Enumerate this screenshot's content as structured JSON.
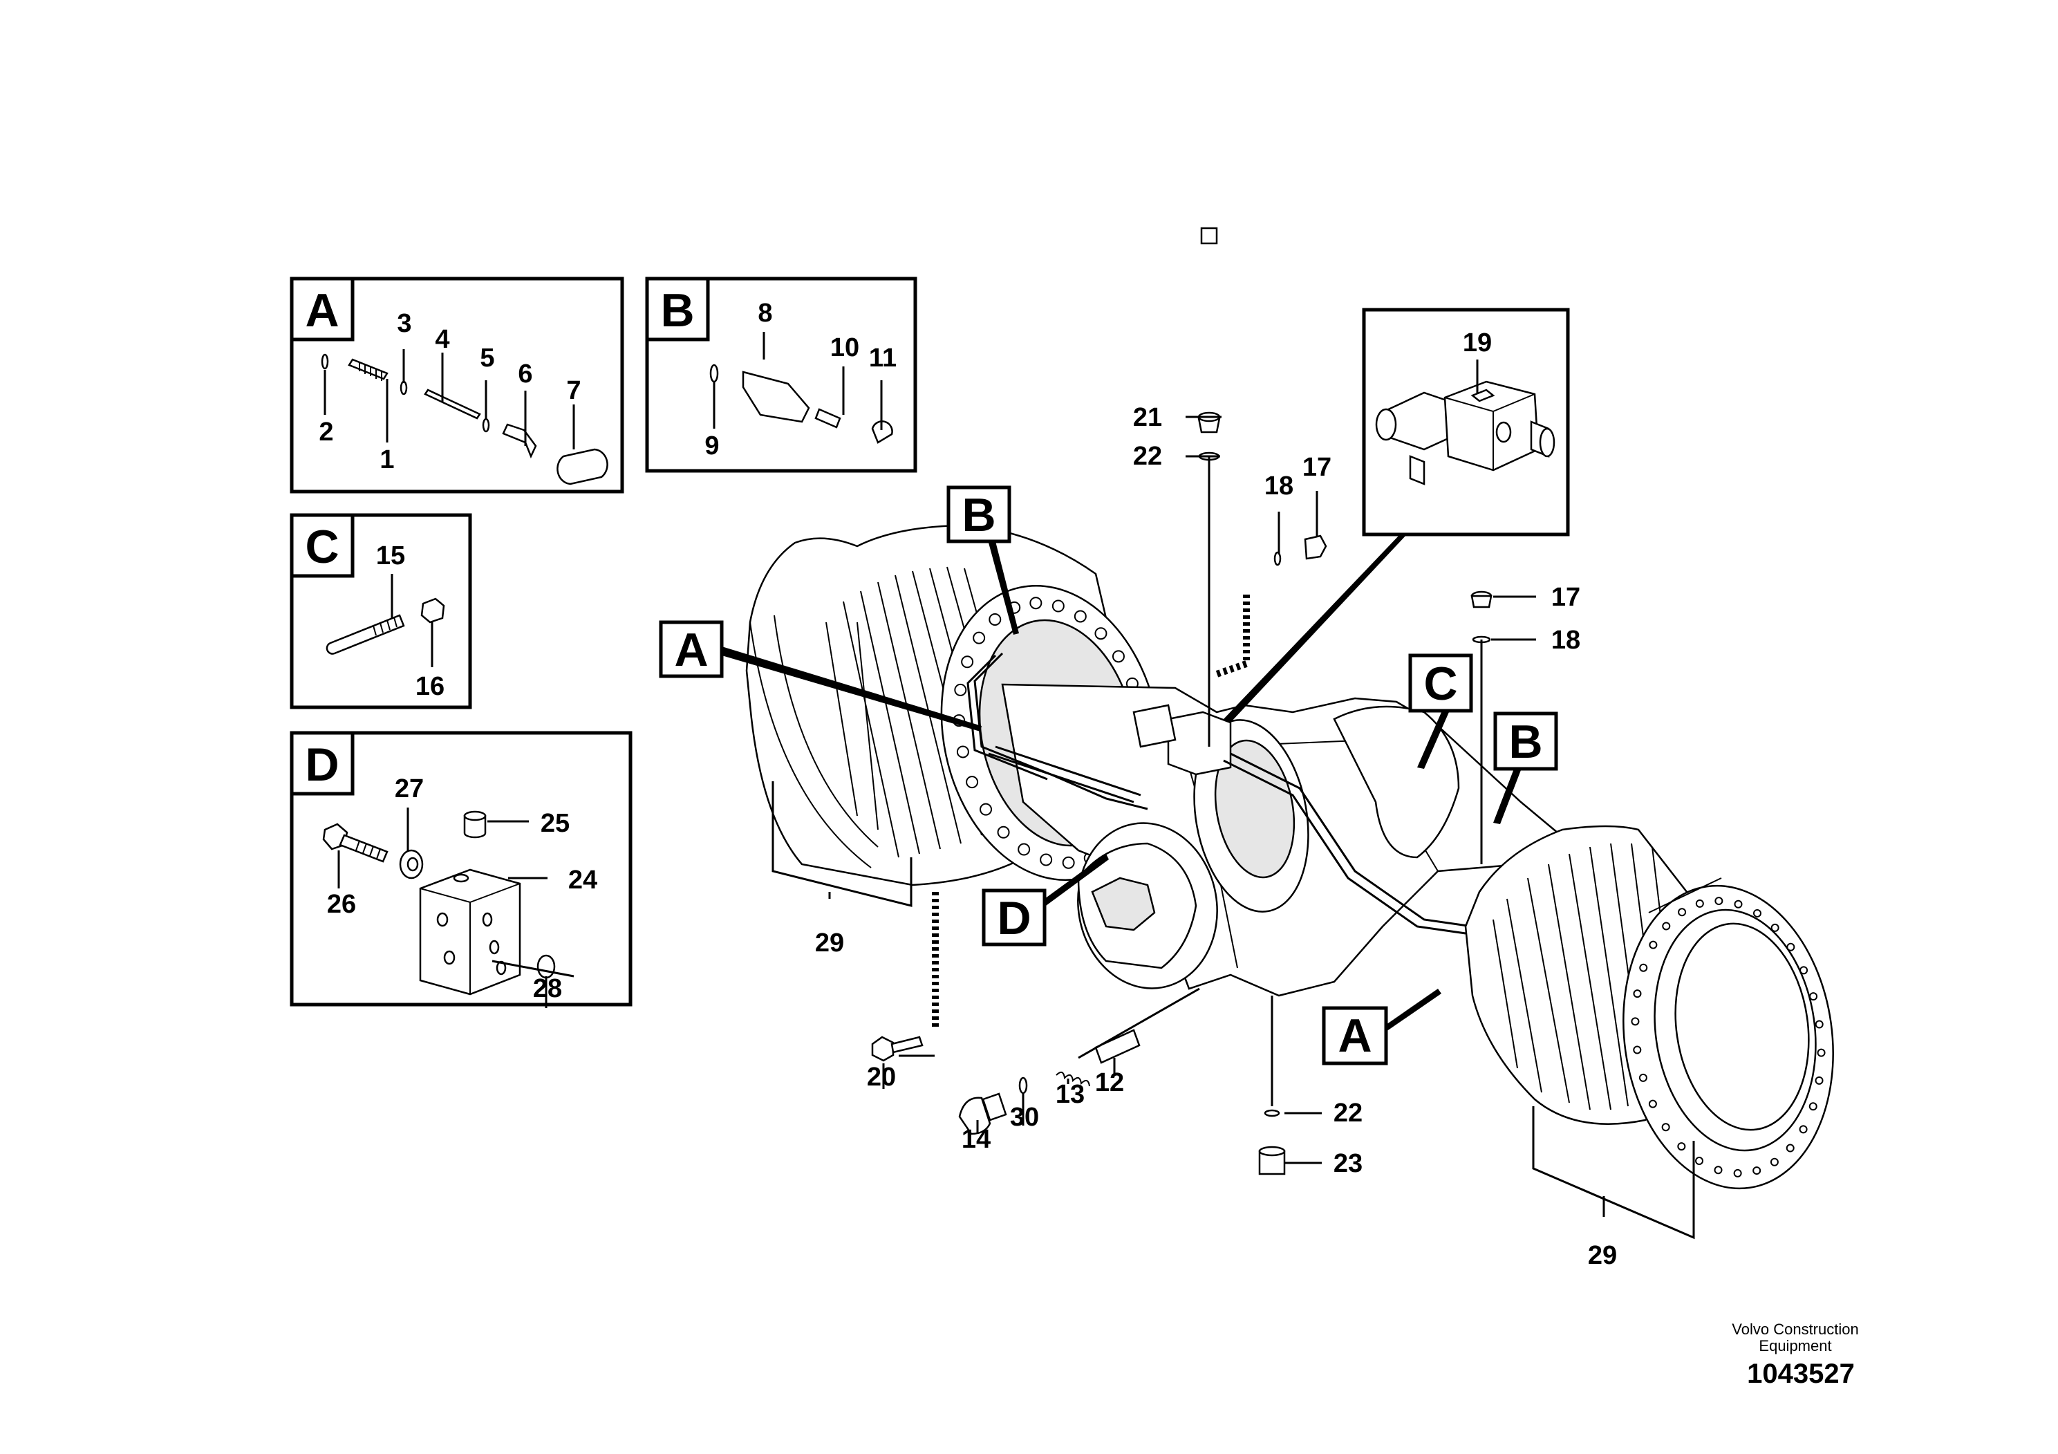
{
  "diagram": {
    "detail_boxes": [
      {
        "letter": "A",
        "parts": [
          "2",
          "1",
          "3",
          "4",
          "5",
          "6",
          "7"
        ]
      },
      {
        "letter": "B",
        "parts": [
          "8",
          "9",
          "10",
          "11"
        ]
      },
      {
        "letter": "C",
        "parts": [
          "15",
          "16"
        ]
      },
      {
        "letter": "D",
        "parts": [
          "27",
          "25",
          "24",
          "26",
          "28"
        ]
      },
      {
        "letter": "",
        "parts": [
          "19"
        ]
      }
    ],
    "main_callouts": {
      "letters": [
        "B",
        "A",
        "C",
        "B",
        "D",
        "A"
      ],
      "parts": [
        "21",
        "22",
        "18",
        "17",
        "17",
        "18",
        "29",
        "20",
        "14",
        "30",
        "13",
        "12",
        "22",
        "23",
        "29"
      ]
    },
    "footer": {
      "brand_line1": "Volvo Construction",
      "brand_line2": "Equipment",
      "drawing_number": "1043527"
    }
  }
}
